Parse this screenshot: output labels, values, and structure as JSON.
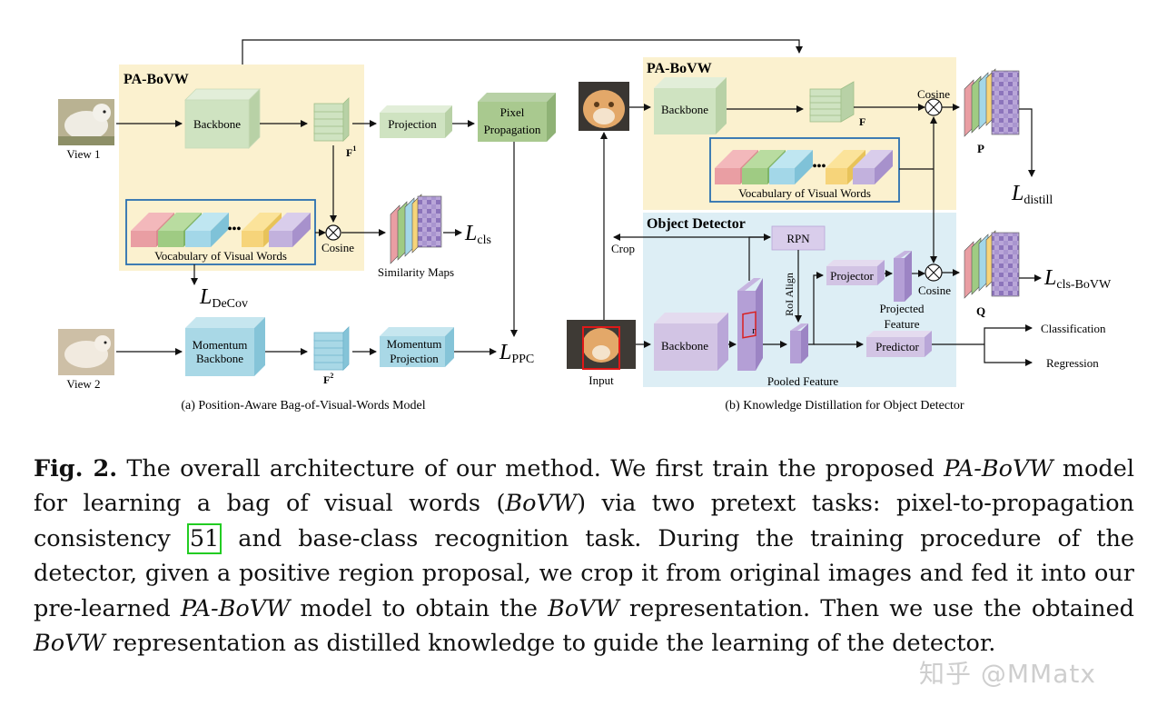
{
  "panel_a": {
    "title": "PA-BoVW",
    "view1": "View 1",
    "view2": "View 2",
    "backbone": "Backbone",
    "feature1": "F",
    "feature1_sup": "1",
    "projection": "Projection",
    "pixel_propagation_1": "Pixel",
    "pixel_propagation_2": "Propagation",
    "vocabulary": "Vocabulary of Visual Words",
    "dots": "•••",
    "cosine": "Cosine",
    "similarity_maps": "Similarity Maps",
    "loss_cls": "cls",
    "loss_decov": "DeCov",
    "momentum_backbone_1": "Momentum",
    "momentum_backbone_2": "Backbone",
    "feature2": "F",
    "feature2_sup": "2",
    "momentum_projection_1": "Momentum",
    "momentum_projection_2": "Projection",
    "loss_ppc": "PPC",
    "loss_symbol": "L",
    "caption": "(a) Position-Aware Bag-of-Visual-Words Model"
  },
  "panel_b": {
    "title": "PA-BoVW",
    "backbone": "Backbone",
    "feature": "F",
    "cosine_top": "Cosine",
    "p_label": "P",
    "vocabulary": "Vocabulary of Visual Words",
    "dots": "•••",
    "loss_distill": "distill",
    "detector_title": "Object Detector",
    "crop": "Crop",
    "rpn": "RPN",
    "roi_align": "RoI Align",
    "projector": "Projector",
    "projected_feature_1": "Projected",
    "projected_feature_2": "Feature",
    "cosine_bottom": "Cosine",
    "q_label": "Q",
    "loss_cls_bovw": "cls-BoVW",
    "detector_backbone": "Backbone",
    "r_label": "r",
    "predictor": "Predictor",
    "pooled_feature": "Pooled Feature",
    "input": "Input",
    "classification": "Classification",
    "regression": "Regression",
    "loss_symbol": "L",
    "caption": "(b) Knowledge Distillation for Object Detector"
  },
  "caption": {
    "label": "Fig. 2.",
    "part1": " The overall architecture of our method. We first train the proposed ",
    "pa_bovw_1": "PA-BoVW",
    "part2": " model for learning a bag of visual words (",
    "bovw_1": "BoVW",
    "part3": ") via two pretext tasks: pixel-to-propagation consistency ",
    "citation": "51",
    "part4": " and base-class recognition task. During the training procedure of the detector, given a positive region proposal, we crop it from original images and fed it into our pre-learned ",
    "pa_bovw_2": "PA-BoVW",
    "part5": " model to obtain the ",
    "bovw_2": "BoVW",
    "part6": " representation. Then we use the obtained ",
    "bovw_3": "BoVW",
    "part7": " representation as distilled knowledge to guide the learning of the detector."
  },
  "watermark": "知乎 @MMatx",
  "colors": {
    "pa_bovw_bg": "#fbf1cf",
    "detector_bg": "#ddeef5",
    "green_block": "#cfe3c1",
    "blue_block": "#a9d8e6",
    "purple_block": "#cdbde0",
    "vocab_border": "#2a6fb0",
    "citation_border": "#22cc22"
  }
}
